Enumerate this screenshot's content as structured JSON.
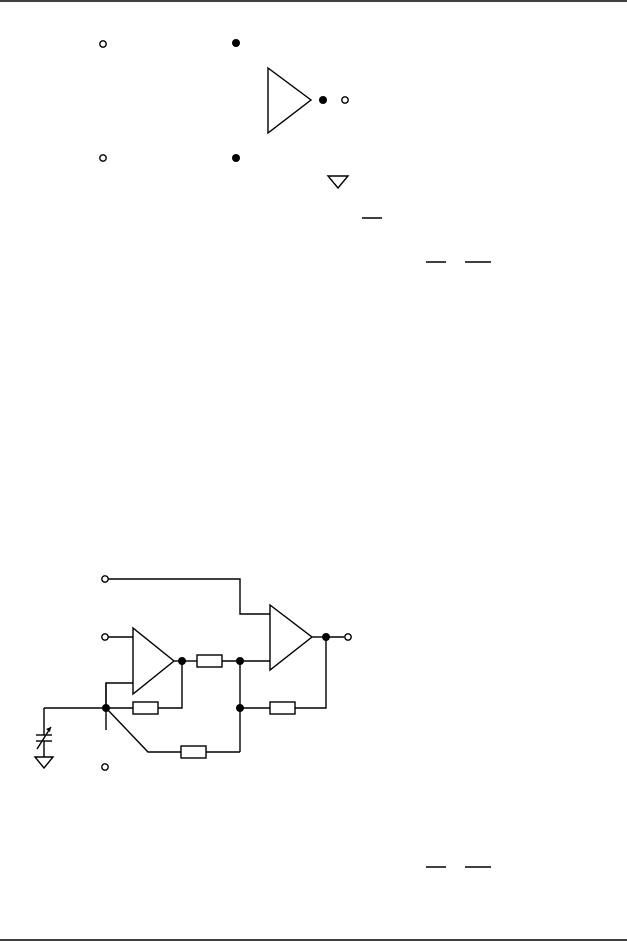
{
  "page": {
    "text_blocks": []
  },
  "figures": [
    {
      "name": "amplifier-symbol",
      "elements": [
        "input-terminal-top",
        "input-terminal-bottom",
        "input-node-top",
        "input-node-bottom",
        "amplifier-triangle",
        "output-node",
        "output-terminal",
        "ground-symbol",
        "overbar-marks"
      ]
    },
    {
      "name": "two-amplifier-circuit",
      "elements": [
        "input-terminal-1",
        "input-terminal-2",
        "input-terminal-3",
        "amplifier-1",
        "amplifier-2",
        "resistor-1",
        "resistor-2",
        "resistor-3",
        "resistor-4",
        "variable-capacitor",
        "ground-symbol",
        "output-terminal",
        "overbar-marks"
      ]
    }
  ],
  "colors": {
    "ink": "#000000",
    "paper": "#ffffff"
  }
}
